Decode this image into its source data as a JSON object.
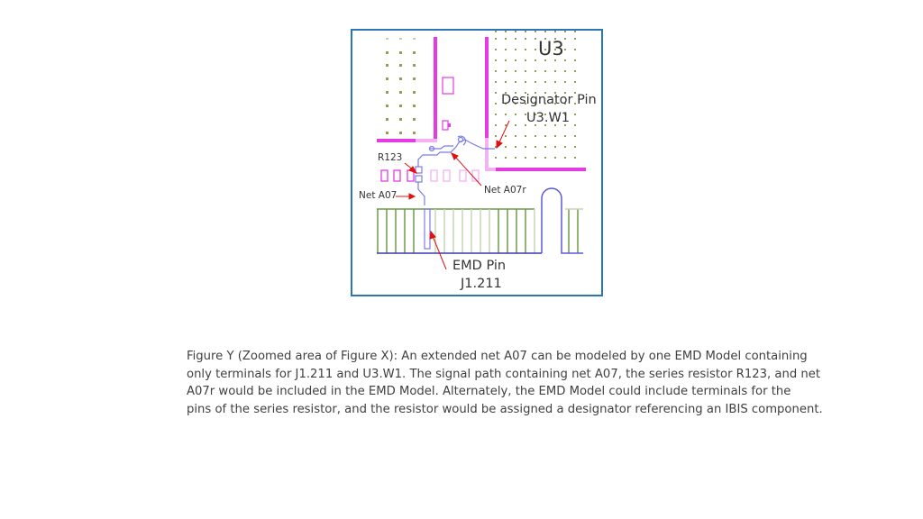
{
  "figure": {
    "labels": {
      "component": "U3",
      "designator_pin_title": "Designator Pin",
      "designator_pin_id": "U3.W1",
      "resistor": "R123",
      "net_a07": "Net A07",
      "net_a07r": "Net A07r",
      "emd_pin_title": "EMD Pin",
      "emd_pin_id": "J1.211"
    },
    "colors": {
      "frame_border": "#2e75b6",
      "magenta": "#e43be4",
      "light_magenta": "#f3b2f3",
      "trace_blue": "#7b7be8",
      "dot_olive": "#9a9a5a",
      "pin_green": "#6e9a48",
      "pin_light_green": "#c5d6b4",
      "arrow_red": "#e01010",
      "ground_line": "#3a3ab0"
    }
  },
  "caption": {
    "lines": [
      "Figure Y (Zoomed area of Figure X): An extended net A07 can be modeled by one EMD Model containing",
      "only terminals for J1.211 and U3.W1.  The signal path containing net A07, the series resistor R123, and net",
      "A07r would be included in the EMD Model.  Alternately, the EMD Model could include terminals for the",
      "pins of the series resistor, and the resistor would be assigned a designator referencing an IBIS component."
    ]
  }
}
